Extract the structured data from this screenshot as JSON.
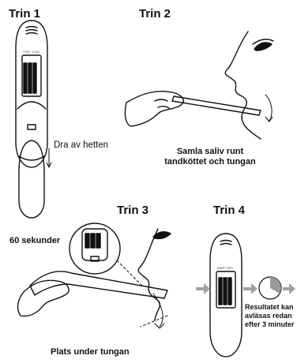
{
  "steps": [
    {
      "title": "Trin 1",
      "note": "Dra av hetten"
    },
    {
      "title": "Trin 2",
      "caption_line1": "Samla saliv runt",
      "caption_line2": "tandköttet och tungan"
    },
    {
      "title": "Trin 3",
      "timer": "60 sekunder",
      "caption": "Plats under tungan"
    },
    {
      "title": "Trin 4",
      "result_line1": "Resultatet kan",
      "result_line2": "avläsas redan",
      "result_line3": "efter 3 minuter"
    }
  ],
  "device_panel_labels": [
    "THC",
    "COC",
    "AMP",
    "OPI"
  ],
  "colors": {
    "ink": "#111111",
    "arrow_grey": "#a0a0a0",
    "dial_grey": "#9a9a9a"
  }
}
